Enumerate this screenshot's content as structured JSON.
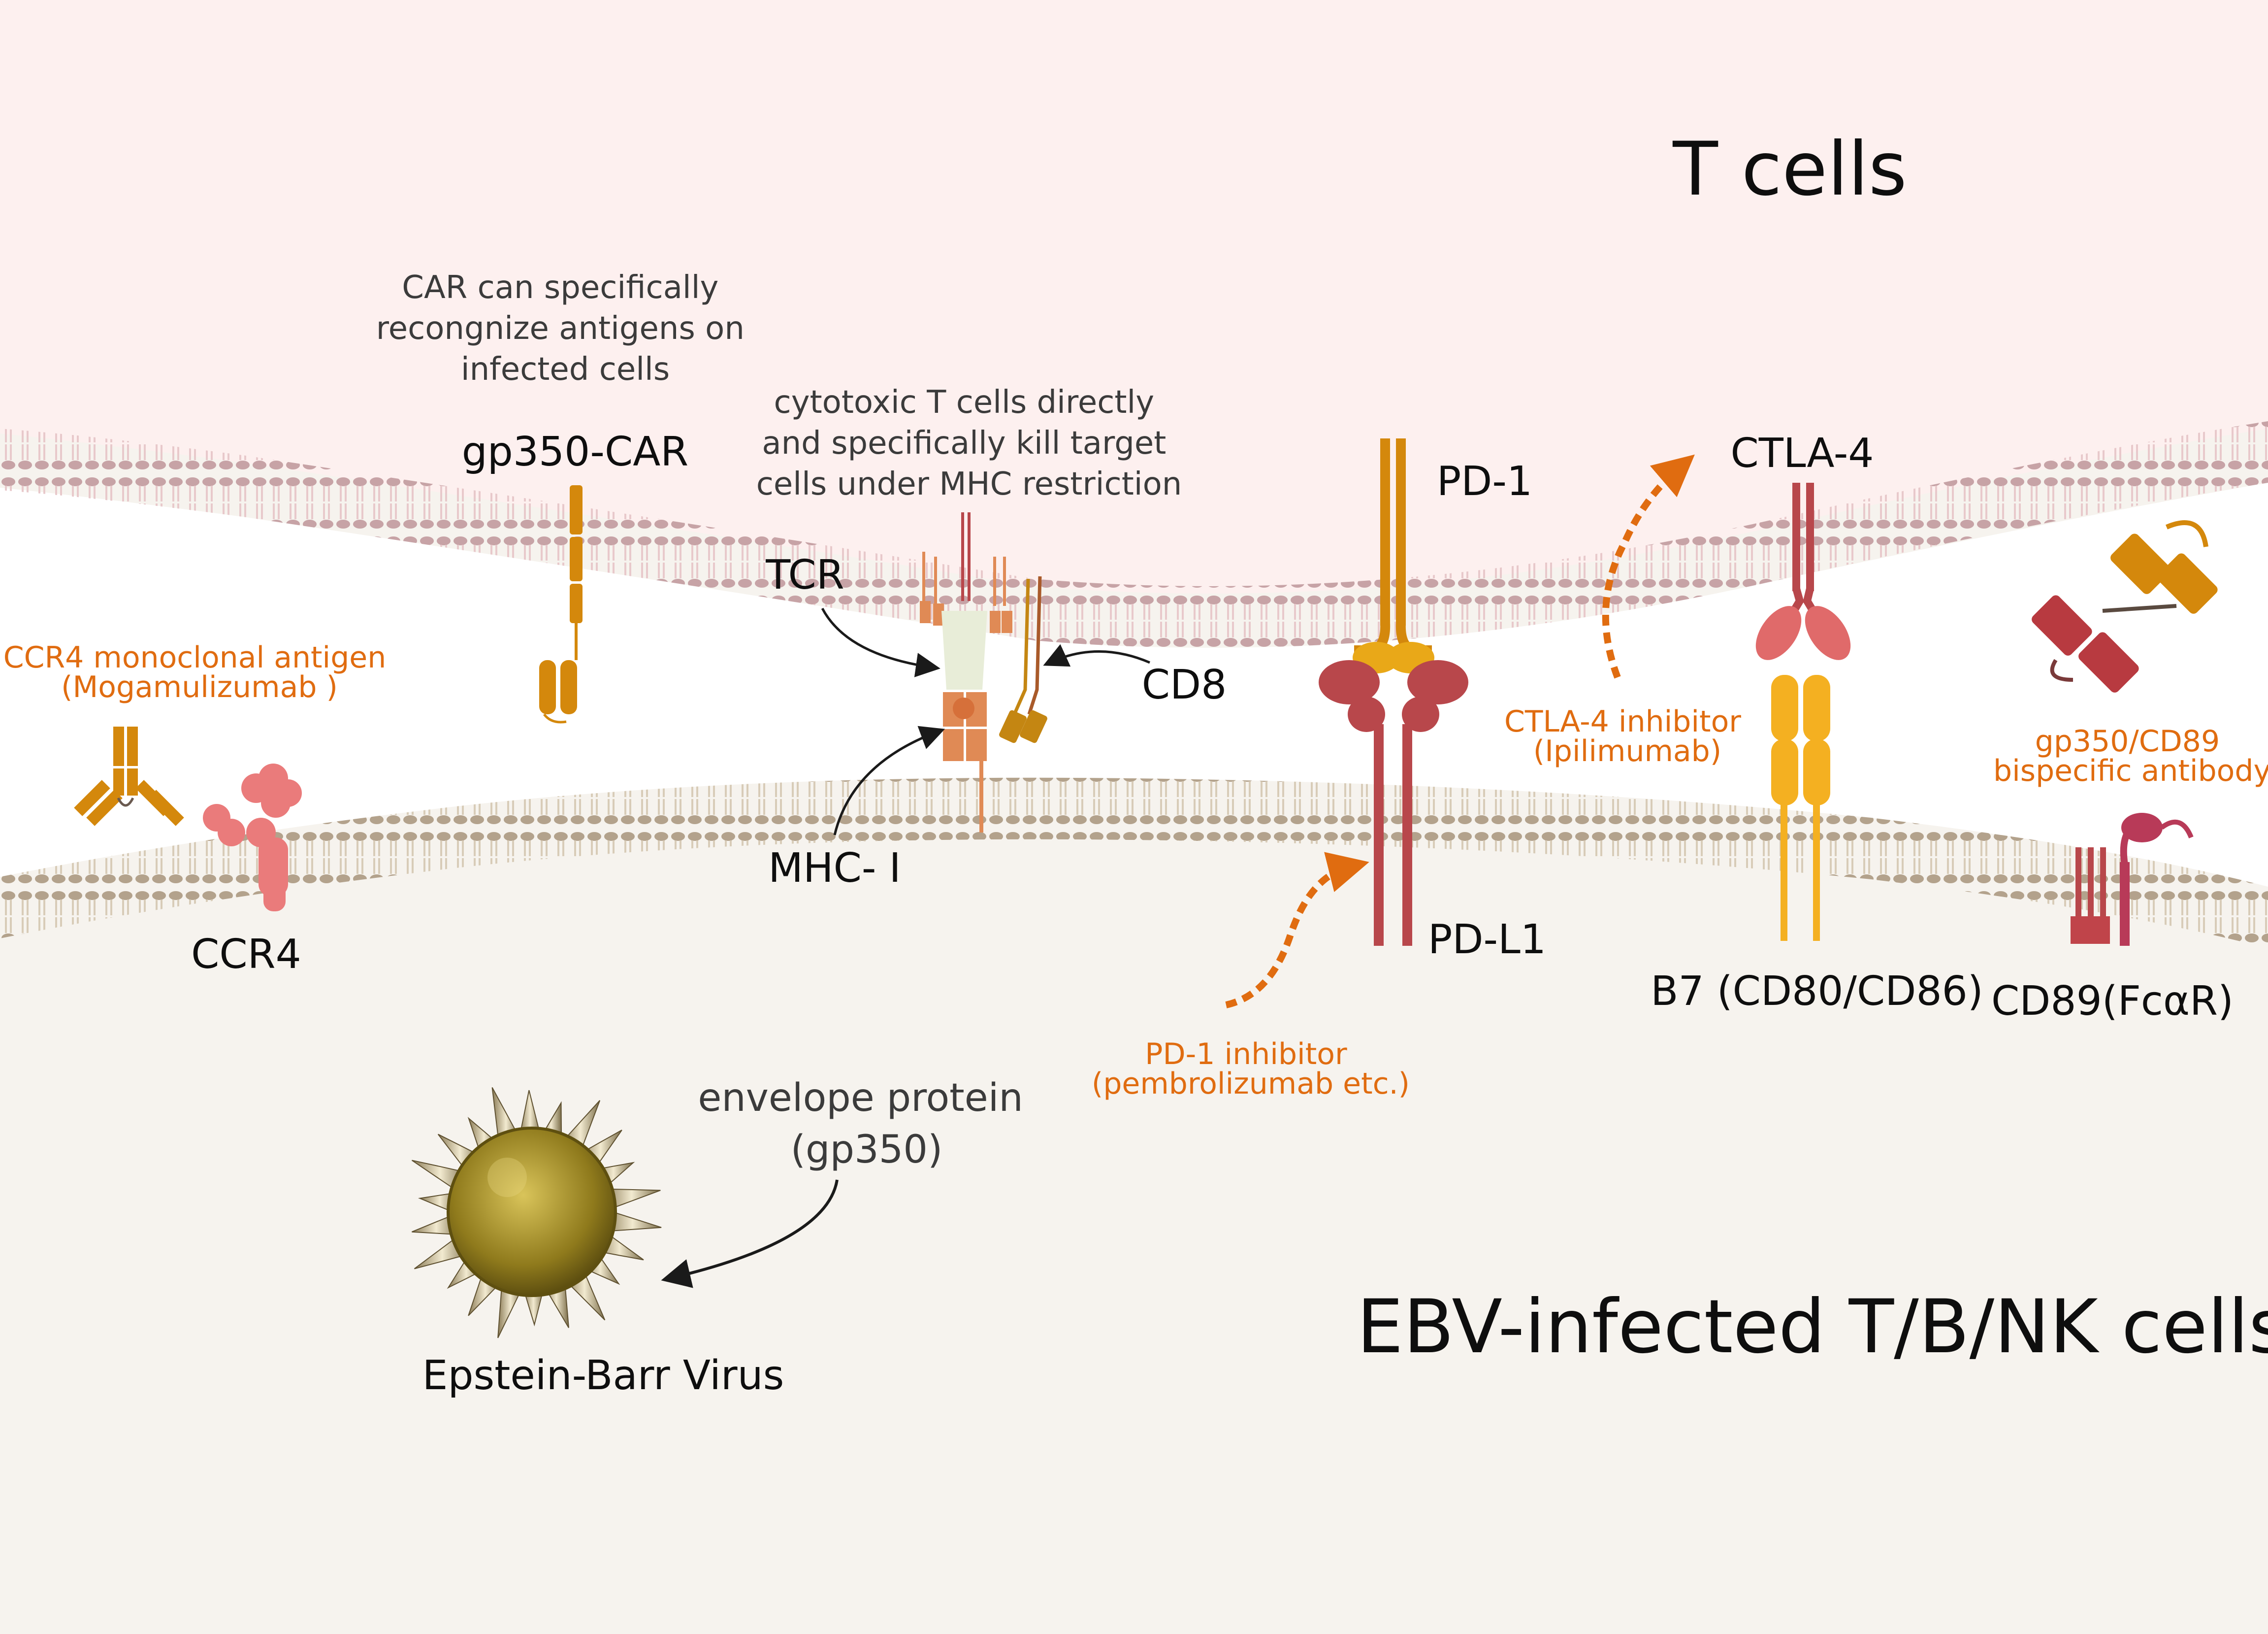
{
  "regions": {
    "top_title": "T cells",
    "bottom_title": "EBV-infected T/B/NK cells"
  },
  "labels": {
    "gp350_car": "gp350-CAR",
    "car_note": [
      "CAR can specifically",
      "recongnize antigens on",
      "infected cells"
    ],
    "ctl_note": [
      "cytotoxic T cells directly",
      "and specifically kill target",
      "cells under MHC restriction"
    ],
    "tcr": "TCR",
    "cd8": "CD8",
    "mhc": "MHC- I",
    "pd1": "PD-1",
    "pdl1": "PD-L1",
    "ctla4": "CTLA-4",
    "b7": "B7 (CD80/CD86)",
    "cd89": "CD89(FcαR)",
    "ccr4": "CCR4",
    "ccr4_mab": [
      "CCR4 monoclonal antigen",
      "(Mogamulizumab )"
    ],
    "pd1_inhibitor": [
      "PD-1 inhibitor",
      "(pembrolizumab etc.)"
    ],
    "ctla4_inhibitor": [
      "CTLA-4 inhibitor",
      "(Ipilimumab)"
    ],
    "bispecific": [
      "gp350/CD89",
      "bispecific antibody"
    ],
    "envelope": [
      "envelope protein",
      "(gp350)"
    ],
    "virus": "Epstein-Barr Virus"
  },
  "colors": {
    "t_cell_bg": "#fdf0ef",
    "ebv_cell_bg": "#f6f3ee",
    "membrane_top": "#c7a3a6",
    "membrane_bottom": "#b3a28c",
    "inhibitor_orange": "#e06c10",
    "gold": "#d4880c",
    "red_receptor": "#b8474b",
    "pink": "#ea7b7b",
    "yellow": "#f4b021"
  }
}
